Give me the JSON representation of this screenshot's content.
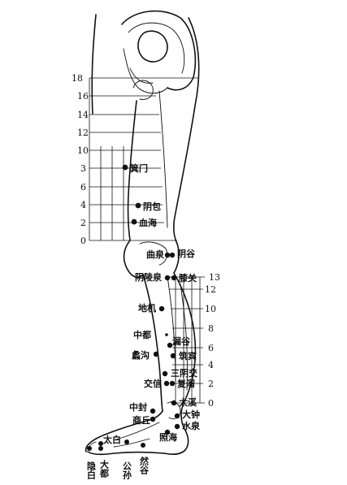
{
  "left_scale": [
    "18",
    "16",
    "14",
    "12",
    "10",
    "3",
    "6",
    "4",
    "2",
    "0"
  ],
  "right_scale": [
    "13",
    "12",
    "10",
    "8",
    "6",
    "4",
    "2",
    "0"
  ],
  "thigh_points": [
    "箕门",
    "阴包",
    "血海"
  ],
  "leg_points": [
    "阴谷",
    "曲泉",
    "阴陵泉",
    "膝关",
    "地机",
    "中都",
    "漏谷",
    "蠡沟",
    "筑宾",
    "三阴交",
    "交信",
    "复溜",
    "中封",
    "太溪",
    "商丘",
    "大钟",
    "水泉",
    "照海",
    "太白",
    "公孙",
    "大都",
    "然谷",
    "隐白"
  ]
}
